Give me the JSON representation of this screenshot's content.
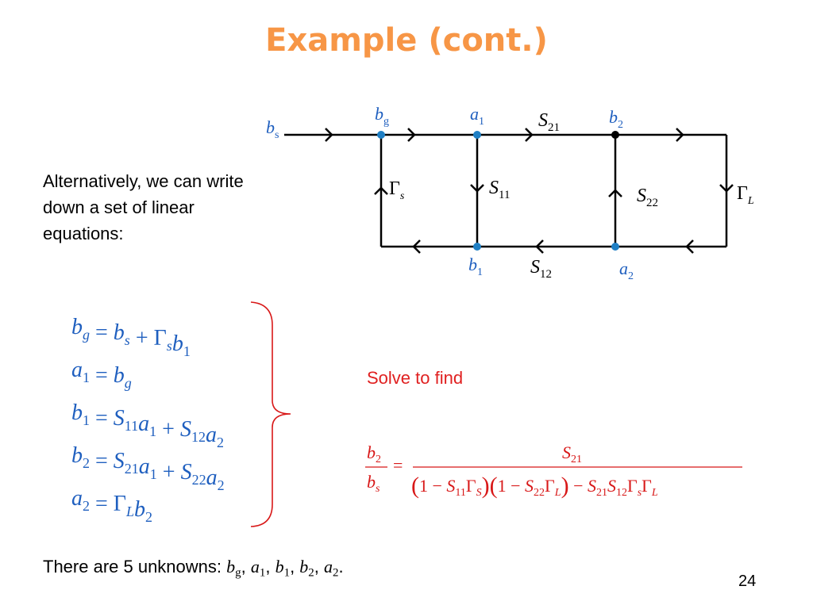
{
  "slide": {
    "title": "Example (cont.)",
    "side_text": "Alternatively, we can write down a set of linear equations:",
    "solve_text": "Solve to find",
    "unknowns_prefix": "There are 5 unknowns: ",
    "unknowns": [
      {
        "v": "b",
        "s": "g"
      },
      {
        "v": "a",
        "s": "1"
      },
      {
        "v": "b",
        "s": "1"
      },
      {
        "v": "b",
        "s": "2"
      },
      {
        "v": "a",
        "s": "2"
      }
    ],
    "page_number": "24"
  },
  "diagram": {
    "node_labels": [
      {
        "v": "b",
        "s": "s"
      },
      {
        "v": "b",
        "s": "g"
      },
      {
        "v": "a",
        "s": "1"
      },
      {
        "v": "b",
        "s": "2"
      },
      {
        "v": "b",
        "s": "1"
      },
      {
        "v": "a",
        "s": "2"
      }
    ],
    "branch_labels": [
      {
        "v": "S",
        "s": "21"
      },
      {
        "v": "S",
        "s": "11"
      },
      {
        "v": "S",
        "s": "22"
      },
      {
        "v": "S",
        "s": "12"
      },
      {
        "v": "Γ",
        "s": "s"
      },
      {
        "v": "Γ",
        "s": "L"
      }
    ]
  },
  "equations": [
    "b_g = b_s + Γ_s b_1",
    "a_1 = b_g",
    "b_1 = S_11 a_1 + S_12 a_2",
    "b_2 = S_21 a_1 + S_22 a_2",
    "a_2 = Γ_L b_2"
  ],
  "solution": {
    "numerator": "S_21",
    "lhs": "b_2 / b_s",
    "denominator": "(1 − S_11 Γ_S)(1 − S_22 Γ_L) − S_21 S_12 Γ_s Γ_L"
  },
  "colors": {
    "title": "#f79646",
    "equations": "#1f5fbf",
    "solution": "#d81818",
    "node_dot": "#1f7fc4"
  }
}
